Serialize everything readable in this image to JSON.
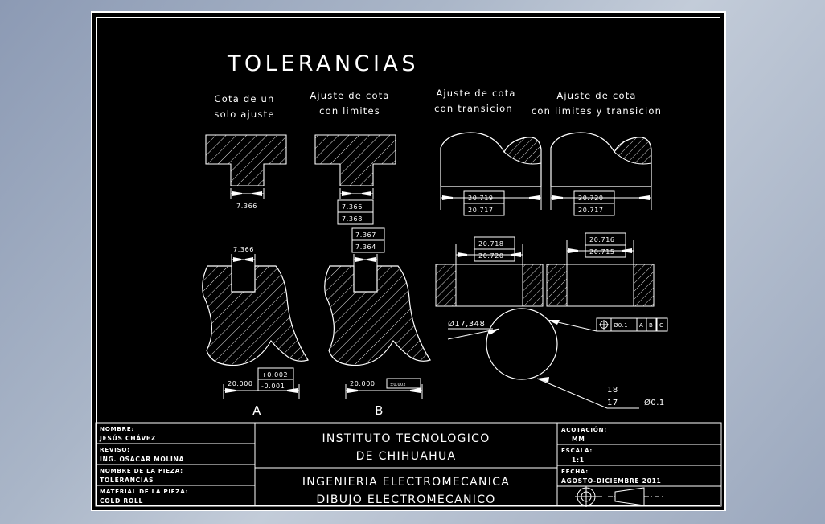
{
  "drawing": {
    "title": "TOLERANCIAS",
    "column_headings": [
      {
        "line1": "Cota de un",
        "line2": "solo ajuste"
      },
      {
        "line1": "Ajuste de cota",
        "line2": "con limites"
      },
      {
        "line1": "Ajuste de cota",
        "line2": "con transicion"
      },
      {
        "line1": "Ajuste de cota",
        "line2": "con limites y transicion"
      }
    ],
    "row1_dims": [
      {
        "values": [
          "7.366"
        ]
      },
      {
        "values": [
          "7.366",
          "7.368"
        ]
      },
      {
        "values": [
          "20.719",
          "20.717"
        ]
      },
      {
        "values": [
          "20.720",
          "20.717"
        ]
      }
    ],
    "row2_dims": [
      {
        "values": [
          "7.366"
        ]
      },
      {
        "values": [
          "7.367",
          "7.364"
        ]
      },
      {
        "values": [
          "20.718",
          "20.720"
        ]
      },
      {
        "values": [
          "20.716",
          "20.715"
        ]
      }
    ],
    "bottom_dims": [
      {
        "nominal": "20.000",
        "upper": "+0.002",
        "lower": "-0.001",
        "label": "A"
      },
      {
        "nominal": "20.000",
        "tol": "±0.002",
        "label": "B"
      }
    ],
    "gd_t": {
      "diameter_callout": "Ø17,348",
      "fcf_symbol": "position",
      "fcf_tolerance": "Ø0.1",
      "fcf_datum_a": "A",
      "fcf_datum_b": "B",
      "fcf_datum_c": "C",
      "stack_upper": "18",
      "stack_lower": "17",
      "stack_tol": "Ø0.1"
    }
  },
  "title_block": {
    "left_fields": [
      {
        "label": "NOMBRE:",
        "value": "JESÚS CHÁVEZ"
      },
      {
        "label": "REVISO:",
        "value": "ING. OSACAR MOLINA"
      },
      {
        "label": "NOMBRE DE LA PIEZA:",
        "value": "TOLERANCIAS"
      },
      {
        "label": "MATERIAL DE LA PIEZA:",
        "value": "COLD ROLL"
      }
    ],
    "center": {
      "institution_line1": "INSTITUTO TECNOLOGICO",
      "institution_line2": "DE CHIHUAHUA",
      "career_line1": "INGENIERIA ELECTROMECANICA",
      "career_line2": "DIBUJO ELECTROMECANICO"
    },
    "right_fields": [
      {
        "label": "ACOTACIÓN:",
        "value": "MM"
      },
      {
        "label": "ESCALA:",
        "value": "1:1"
      },
      {
        "label": "FECHA:",
        "value": "AGOSTO-DICIEMBRE 2011"
      }
    ],
    "projection_symbol": "first-angle-projection-symbol"
  },
  "colors": {
    "background": "#000000",
    "lines": "#ffffff",
    "desktop": "#9aa7bd"
  }
}
